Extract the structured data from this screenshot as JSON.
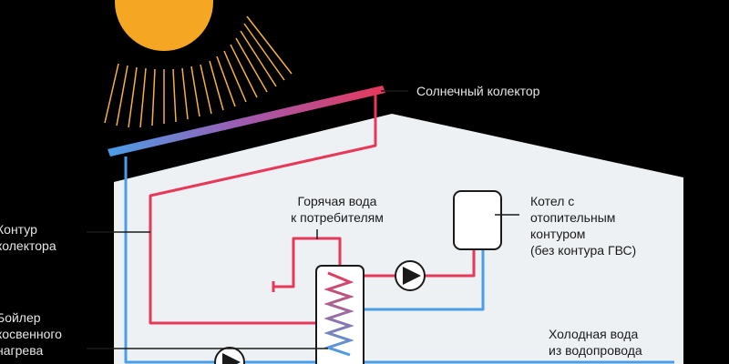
{
  "labels": {
    "solar_collector": "Солнечный колектор",
    "hot_water_line1": "Горячая вода",
    "hot_water_line2": "к потребителям",
    "boiler_line1": "Котел с",
    "boiler_line2": "отопительным",
    "boiler_line3": "контуром",
    "boiler_line4": "(без контура ГВС)",
    "collector_loop_line1": "Контур",
    "collector_loop_line2": "колектора",
    "indirect_boiler_line1": "Бойлер",
    "indirect_boiler_line2": "косвенного",
    "indirect_boiler_line3": "нагрева",
    "cold_water_line1": "Холодная вода",
    "cold_water_line2": "из водопровода"
  },
  "colors": {
    "background": "#000000",
    "house": "#eef1f4",
    "hot_pipe": "#e8385a",
    "cold_pipe": "#4a9ee8",
    "sun": "#f5a623",
    "sun_rays": "#f5b042"
  },
  "icons": [
    "sun-icon",
    "pump-icon",
    "boiler-icon",
    "water-heater-tank-icon",
    "faucet-icon"
  ]
}
